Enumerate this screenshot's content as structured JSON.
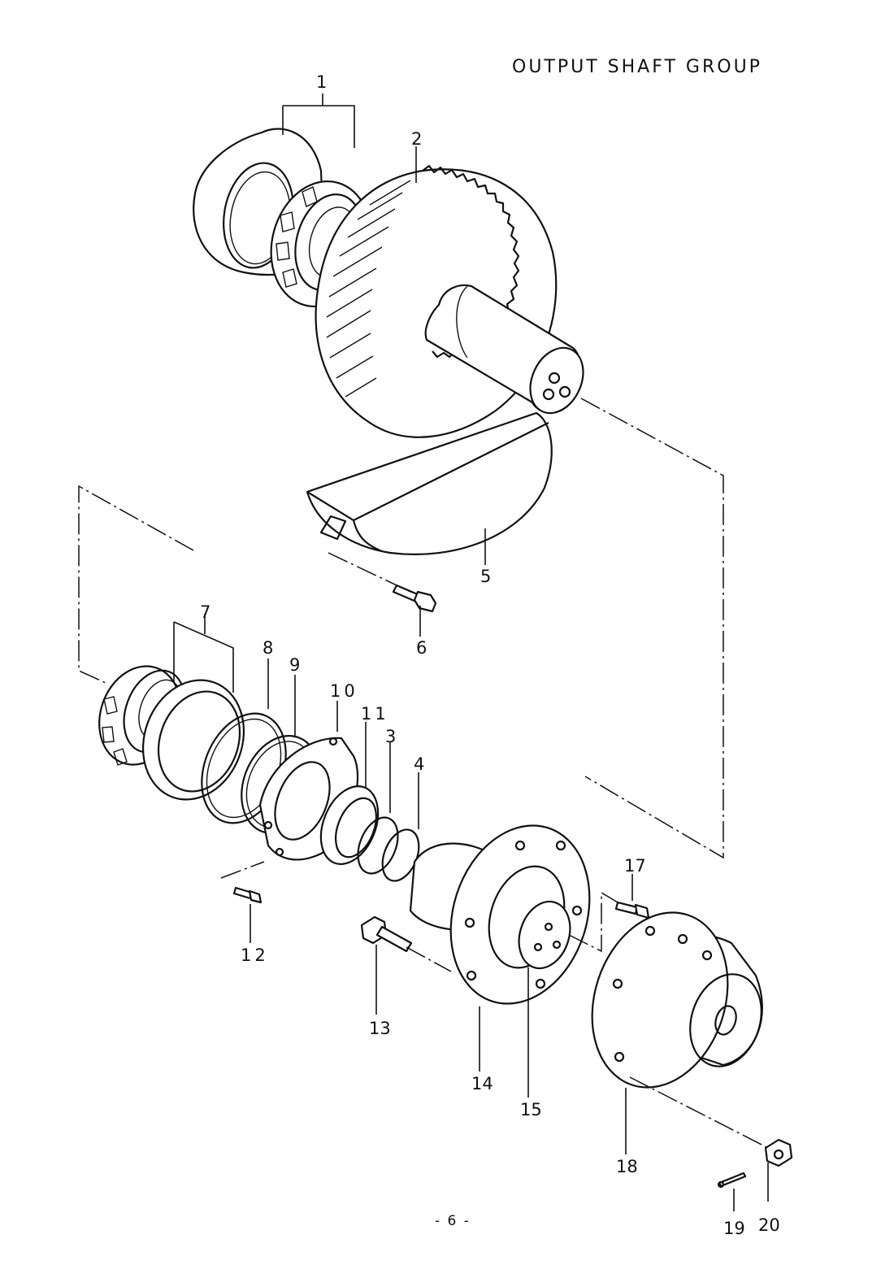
{
  "title": "OUTPUT SHAFT GROUP",
  "page_number": "- 6 -",
  "callouts": {
    "c1": "1",
    "c2": "2",
    "c3": "3",
    "c4": "4",
    "c5": "5",
    "c6": "6",
    "c7": "7",
    "c8": "8",
    "c9": "9",
    "c10": "10",
    "c11": "11",
    "c12": "12",
    "c13": "13",
    "c14": "14",
    "c15": "15",
    "c17": "17",
    "c18": "18",
    "c19": "19",
    "c20": "20"
  },
  "colors": {
    "ink": "#111111",
    "paper": "#ffffff"
  }
}
